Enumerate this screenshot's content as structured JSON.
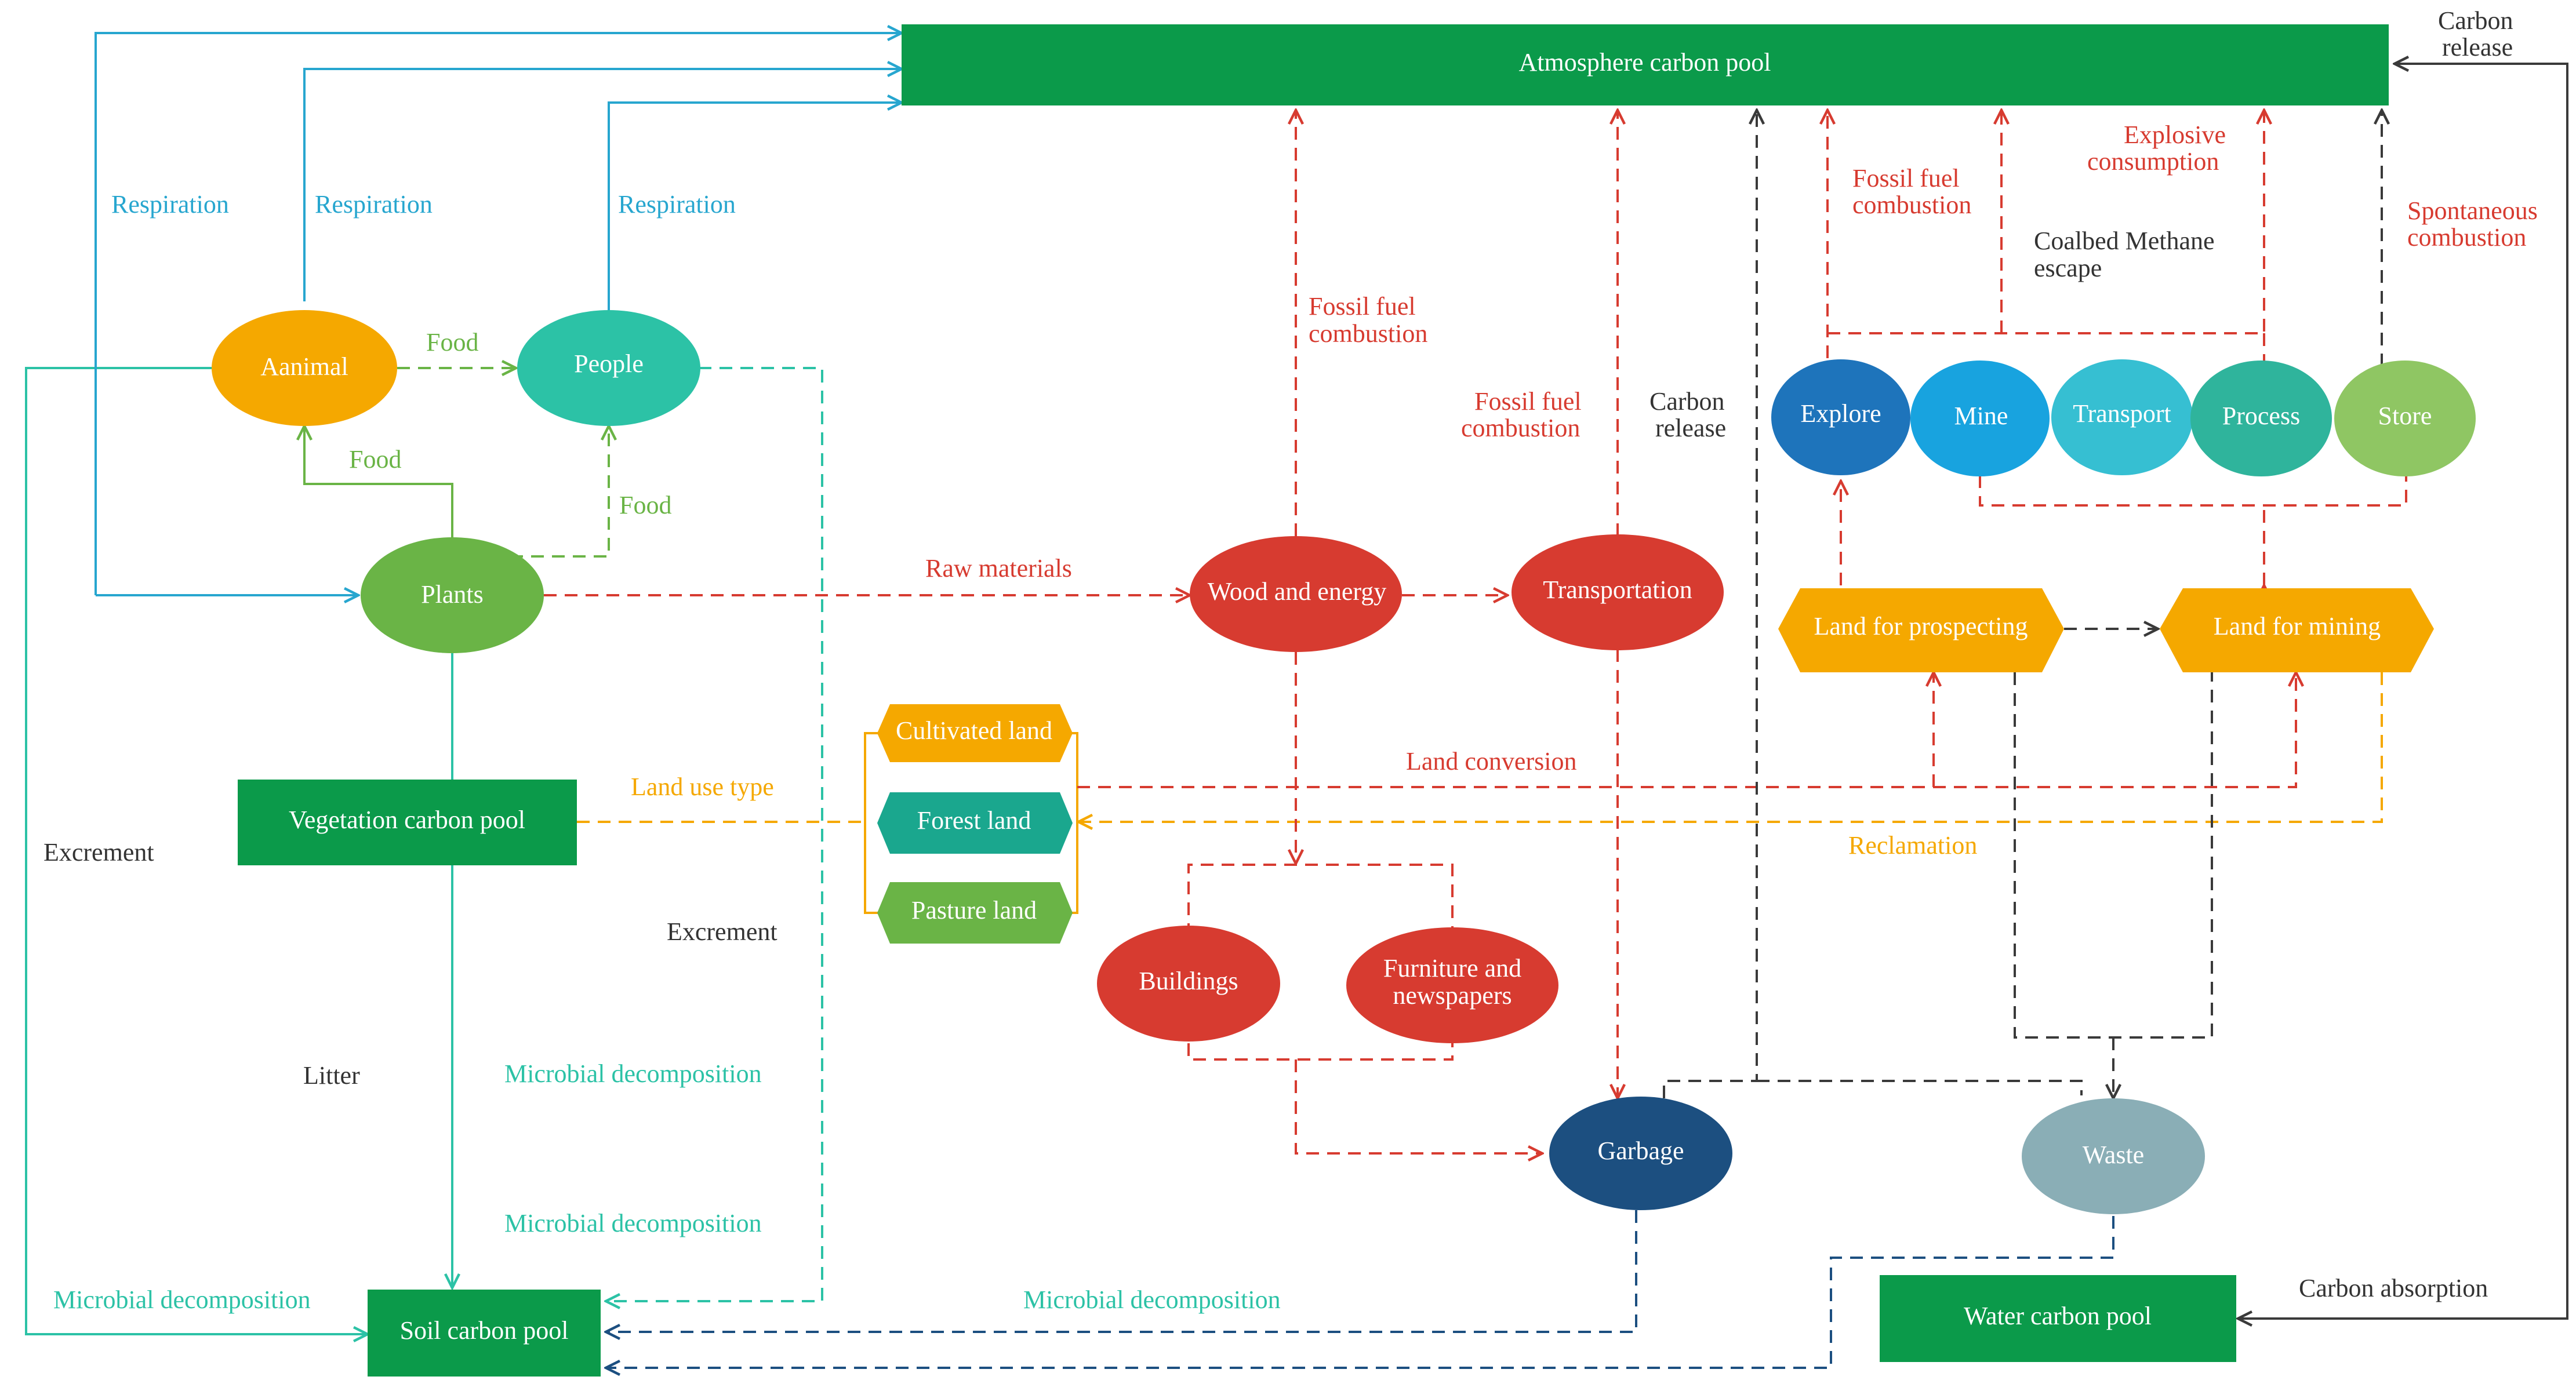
{
  "colors": {
    "pool_green": "#0b9a4a",
    "respiration_blue": "#27a6cf",
    "food_green": "#6ab446",
    "teal": "#2cc2a6",
    "red": "#d73b30",
    "orange": "#f5a800",
    "gray": "#3a3a3a",
    "navy": "#1c4f80",
    "text_black": "#333333"
  },
  "pools": {
    "atmosphere": "Atmosphere carbon pool",
    "vegetation": "Vegetation carbon pool",
    "soil": "Soil carbon pool",
    "water": "Water carbon pool"
  },
  "nodes": {
    "animal": "Aanimal",
    "people": "People",
    "plants": "Plants",
    "wood_energy": "Wood and energy",
    "transportation": "Transportation",
    "buildings": "Buildings",
    "furniture": [
      "Furniture and",
      "newspapers"
    ],
    "garbage": "Garbage",
    "waste": "Waste",
    "explore": "Explore",
    "mine": "Mine",
    "transport": "Transport",
    "process": "Process",
    "store": "Store",
    "land_prospecting": "Land for prospecting",
    "land_mining": "Land for mining",
    "cultivated": "Cultivated land",
    "forest": "Forest land",
    "pasture": "Pasture land"
  },
  "labels": {
    "respiration_1": "Respiration",
    "respiration_2": "Respiration",
    "respiration_3": "Respiration",
    "food_1": "Food",
    "food_2": "Food",
    "food_3": "Food",
    "raw_materials": "Raw materials",
    "fossil_1": [
      "Fossil fuel",
      "combustion"
    ],
    "fossil_2": [
      "Fossil fuel",
      "combustion"
    ],
    "fossil_3": [
      "Fossil fuel",
      "combustion"
    ],
    "carbon_release_mid": [
      "Carbon",
      "release"
    ],
    "carbon_release_top": [
      "Carbon",
      "release"
    ],
    "explosive": [
      "Explosive",
      "consumption"
    ],
    "coalbed": [
      "Coalbed Methane",
      "escape"
    ],
    "spontaneous": [
      "Spontaneous",
      "combustion"
    ],
    "land_use_type": "Land use type",
    "land_conversion": "Land conversion",
    "reclamation": "Reclamation",
    "excrement_left": "Excrement",
    "excrement_mid": "Excrement",
    "litter": "Litter",
    "microbial_1": "Microbial decomposition",
    "microbial_2": "Microbial decomposition",
    "microbial_3": "Microbial decomposition",
    "microbial_4": "Microbial decomposition",
    "carbon_absorption": "Carbon absorption"
  }
}
